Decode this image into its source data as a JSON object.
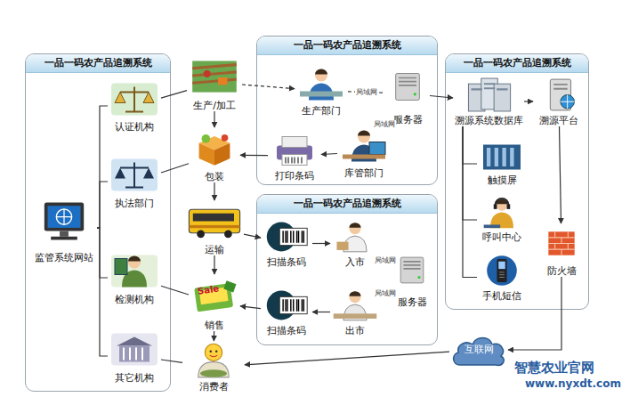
{
  "diagram": {
    "nodes": [
      {
        "text": [
          "一品一码农产品追溯系统"
        ]
      },
      {
        "text": [
          "监管系统网站"
        ],
        "in": 0
      },
      {
        "text": [
          "认证机构"
        ],
        "in": 0
      },
      {
        "text": [
          "执法部门"
        ],
        "in": 0
      },
      {
        "text": [
          "检测机构"
        ],
        "in": 0
      },
      {
        "text": [
          "其它机构"
        ],
        "in": 0
      },
      {
        "text": [
          "生产/加工"
        ]
      },
      {
        "text": [
          "包装"
        ]
      },
      {
        "text": [
          "运输"
        ]
      },
      {
        "text": [
          "销售"
        ]
      },
      {
        "text": [
          "消费者"
        ]
      },
      {
        "text": [
          "一品一码农产品追溯系统"
        ]
      },
      {
        "text": [
          "生产部门"
        ],
        "in": 11
      },
      {
        "text": [
          "服务器"
        ],
        "in": 11
      },
      {
        "text": [
          "打印条码"
        ],
        "in": 11
      },
      {
        "text": [
          "库管部门"
        ],
        "in": 11
      },
      {
        "text": [
          "一品一码农产品追溯系统"
        ]
      },
      {
        "text": [
          "扫描条码"
        ],
        "in": 16
      },
      {
        "text": [
          "入市"
        ],
        "in": 16
      },
      {
        "text": [
          "服务器"
        ],
        "in": 16
      },
      {
        "text": [
          "扫描条码"
        ],
        "in": 16
      },
      {
        "text": [
          "出市"
        ],
        "in": 16
      },
      {
        "text": [
          "一品一码农产品追溯系统"
        ]
      },
      {
        "text": [
          "溯源系统数据库"
        ],
        "in": 22
      },
      {
        "text": [
          "溯源平台"
        ],
        "in": 22
      },
      {
        "text": [
          "触摸屏"
        ],
        "in": 22
      },
      {
        "text": [
          "呼叫中心"
        ],
        "in": 22
      },
      {
        "text": [
          "手机短信"
        ],
        "in": 22
      },
      {
        "text": [
          "防火墙"
        ],
        "in": 22
      },
      {
        "text": [
          "互联网"
        ]
      }
    ],
    "edges": [
      {
        "from": 1,
        "to": 2,
        "arrow": "none"
      },
      {
        "from": 1,
        "to": 3,
        "arrow": "none"
      },
      {
        "from": 1,
        "to": 4,
        "arrow": "none"
      },
      {
        "from": 1,
        "to": 5,
        "arrow": "none"
      },
      {
        "from": 2,
        "to": 6,
        "arrow": "none"
      },
      {
        "from": 3,
        "to": 7,
        "arrow": "none"
      },
      {
        "from": 4,
        "to": 9,
        "arrow": "none"
      },
      {
        "from": 5,
        "to": 10,
        "arrow": "none"
      },
      {
        "from": 6,
        "to": 7,
        "arrow": "to"
      },
      {
        "from": 7,
        "to": 8,
        "arrow": "to"
      },
      {
        "from": 8,
        "to": 9,
        "arrow": "to"
      },
      {
        "from": 9,
        "to": 10,
        "arrow": "to"
      },
      {
        "from": 6,
        "to": 12,
        "arrow": "to"
      },
      {
        "from": 12,
        "to": 13,
        "label": "局域网",
        "arrow": "none"
      },
      {
        "from": 13,
        "to": 15,
        "label": "局域网",
        "arrow": "none"
      },
      {
        "from": 15,
        "to": 14,
        "arrow": "to"
      },
      {
        "from": 14,
        "to": 7,
        "arrow": "to"
      },
      {
        "from": 8,
        "to": 17,
        "arrow": "to"
      },
      {
        "from": 17,
        "to": 18,
        "arrow": "to"
      },
      {
        "from": 18,
        "to": 19,
        "label": "局域网",
        "arrow": "none"
      },
      {
        "from": 19,
        "to": 21,
        "label": "局域网",
        "arrow": "none"
      },
      {
        "from": 21,
        "to": 20,
        "arrow": "to"
      },
      {
        "from": 20,
        "to": 9,
        "arrow": "to"
      },
      {
        "from": 13,
        "to": 23,
        "arrow": "to"
      },
      {
        "from": 23,
        "to": 24,
        "arrow": "to"
      },
      {
        "from": 24,
        "to": 28,
        "arrow": "to"
      },
      {
        "from": 28,
        "to": 29,
        "arrow": "to"
      },
      {
        "from": 29,
        "to": 10,
        "arrow": "to"
      },
      {
        "from": 23,
        "to": 25,
        "arrow": "none"
      },
      {
        "from": 23,
        "to": 26,
        "arrow": "none"
      },
      {
        "from": 23,
        "to": 27,
        "arrow": "none"
      }
    ],
    "labels": [
      "Sale",
      "智慧农业官网",
      "www.nyxdt.com"
    ]
  }
}
